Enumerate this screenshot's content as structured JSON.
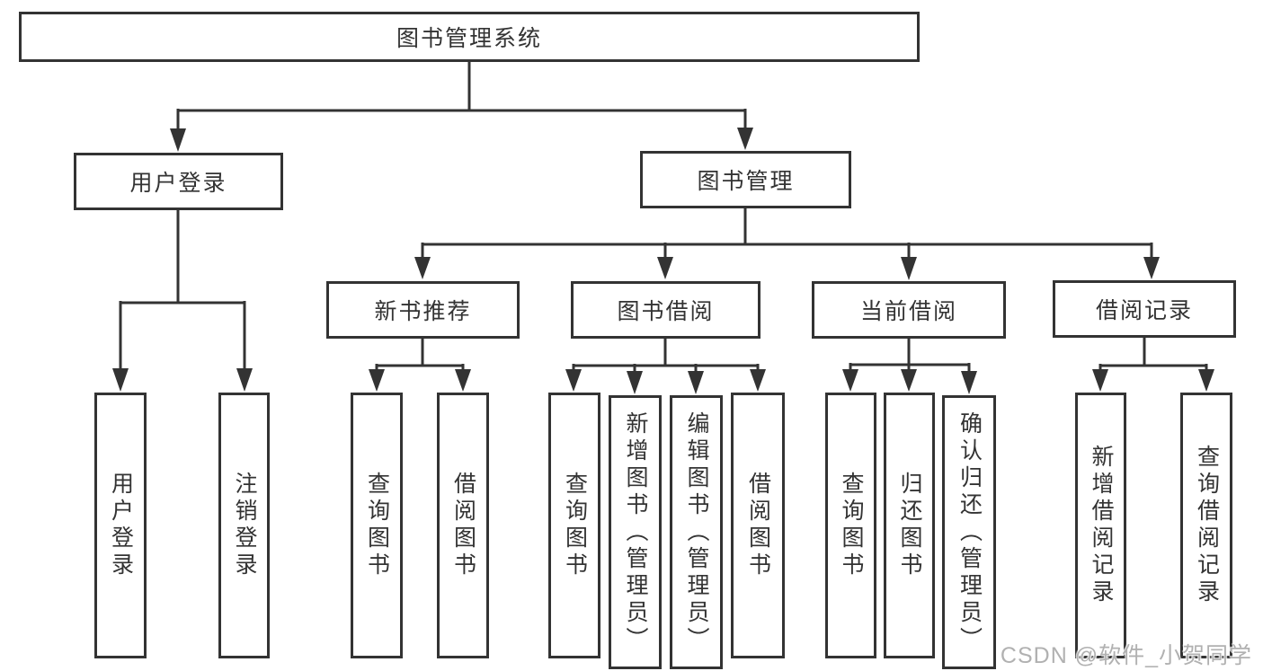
{
  "tree": {
    "root": {
      "label": "图书管理系统",
      "children": [
        {
          "label": "用户登录",
          "children": [
            {
              "label": "用户登录"
            },
            {
              "label": "注销登录"
            }
          ]
        },
        {
          "label": "图书管理",
          "children": [
            {
              "label": "新书推荐",
              "children": [
                {
                  "label": "查询图书"
                },
                {
                  "label": "借阅图书"
                }
              ]
            },
            {
              "label": "图书借阅",
              "children": [
                {
                  "label": "查询图书"
                },
                {
                  "label": "新增图书（管理员）"
                },
                {
                  "label": "编辑图书（管理员）"
                },
                {
                  "label": "借阅图书"
                }
              ]
            },
            {
              "label": "当前借阅",
              "children": [
                {
                  "label": "查询图书"
                },
                {
                  "label": "归还图书"
                },
                {
                  "label": "确认归还（管理员）"
                }
              ]
            },
            {
              "label": "借阅记录",
              "children": [
                {
                  "label": "新增借阅记录"
                },
                {
                  "label": "查询借阅记录"
                }
              ]
            }
          ]
        }
      ]
    }
  },
  "watermark": {
    "text": "CSDN @软件_小贺同学"
  },
  "colors": {
    "line": "#333333",
    "text": "#333333",
    "background": "#ffffff",
    "watermark": "#b1b1b1"
  }
}
